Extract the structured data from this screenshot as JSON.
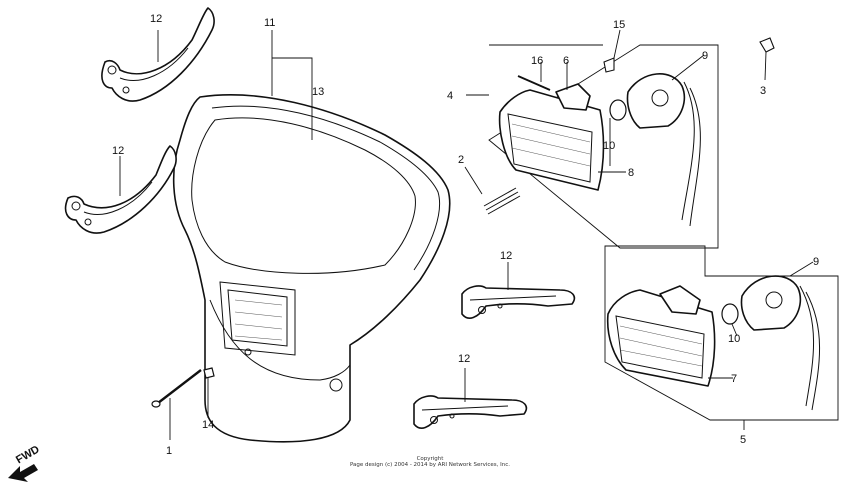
{
  "callouts": {
    "c1": "1",
    "c2": "2",
    "c3": "3",
    "c4": "4",
    "c5": "5",
    "c6": "6",
    "c7": "7",
    "c8": "8",
    "c9a": "9",
    "c9b": "9",
    "c10a": "10",
    "c10b": "10",
    "c11": "11",
    "c12a": "12",
    "c12b": "12",
    "c12c": "12",
    "c12d": "12",
    "c13": "13",
    "c14": "14",
    "c15": "15",
    "c16": "16"
  },
  "copyright": {
    "line1": "Copyright",
    "line2": "Page design (c) 2004 - 2014 by ARI Network Services, Inc."
  },
  "direction_label": "FWD"
}
